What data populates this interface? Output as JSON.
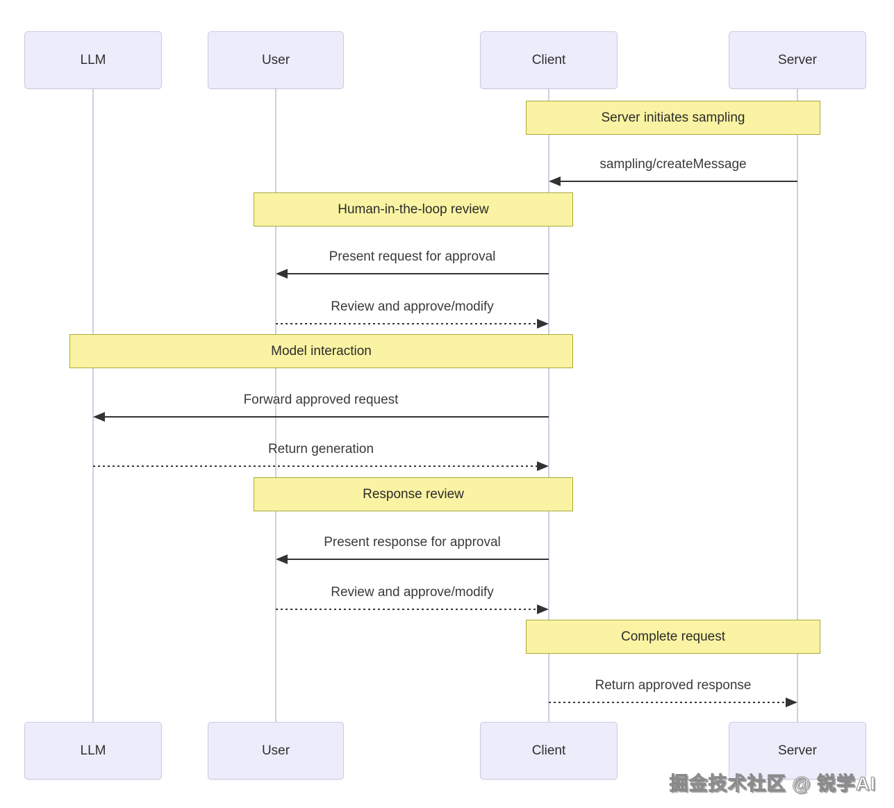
{
  "diagram": {
    "type": "sequence-diagram",
    "actors": [
      {
        "name": "LLM"
      },
      {
        "name": "User"
      },
      {
        "name": "Client"
      },
      {
        "name": "Server"
      }
    ],
    "notes": [
      {
        "label": "Server initiates sampling",
        "over": [
          "Client",
          "Server"
        ]
      },
      {
        "label": "Human-in-the-loop review",
        "over": [
          "User",
          "Client"
        ]
      },
      {
        "label": "Model interaction",
        "over": [
          "LLM",
          "Client"
        ]
      },
      {
        "label": "Response review",
        "over": [
          "User",
          "Client"
        ]
      },
      {
        "label": "Complete request",
        "over": [
          "Client",
          "Server"
        ]
      }
    ],
    "messages": [
      {
        "label": "sampling/createMessage",
        "from": "Server",
        "to": "Client",
        "line": "solid"
      },
      {
        "label": "Present request for approval",
        "from": "Client",
        "to": "User",
        "line": "solid"
      },
      {
        "label": "Review and approve/modify",
        "from": "User",
        "to": "Client",
        "line": "dotted"
      },
      {
        "label": "Forward approved request",
        "from": "Client",
        "to": "LLM",
        "line": "solid"
      },
      {
        "label": "Return generation",
        "from": "LLM",
        "to": "Client",
        "line": "dotted"
      },
      {
        "label": "Present response for approval",
        "from": "Client",
        "to": "User",
        "line": "solid"
      },
      {
        "label": "Review and approve/modify",
        "from": "User",
        "to": "Client",
        "line": "dotted"
      },
      {
        "label": "Return approved response",
        "from": "Client",
        "to": "Server",
        "line": "dotted"
      }
    ],
    "watermark": {
      "text": "掘金技术社区 @ 锐学AI"
    },
    "colors": {
      "actor_fill": "#ececfb",
      "actor_border": "#cbcbe3",
      "note_fill": "#faf3a3",
      "note_border": "#a9a938",
      "lifeline": "#cfcfe3",
      "arrow": "#333333",
      "text": "#333333",
      "background": "#ffffff"
    }
  }
}
